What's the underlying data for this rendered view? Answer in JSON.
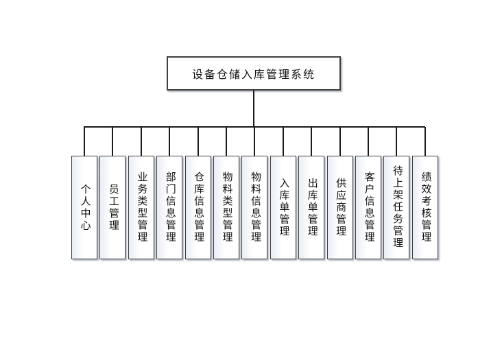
{
  "diagram": {
    "title": "设备仓储入库管理系统",
    "root": {
      "label": "设备仓储入库管理系统"
    },
    "children": [
      {
        "label": "个人中心"
      },
      {
        "label": "员工管理"
      },
      {
        "label": "业务类型管理"
      },
      {
        "label": "部门信息管理"
      },
      {
        "label": "仓库信息管理"
      },
      {
        "label": "物料类型管理"
      },
      {
        "label": "物料信息管理"
      },
      {
        "label": "入库单管理"
      },
      {
        "label": "出库单管理"
      },
      {
        "label": "供应商管理"
      },
      {
        "label": "客户信息管理"
      },
      {
        "label": "待上架任务管理"
      },
      {
        "label": "绩效考核管理"
      }
    ],
    "colors": {
      "background": "#ffffff",
      "box_fill": "#ffffff",
      "box_border": "#3f3f3f",
      "connector_line": "#1a1a1a",
      "text": "#111111",
      "shadow": "#6e788c"
    }
  }
}
